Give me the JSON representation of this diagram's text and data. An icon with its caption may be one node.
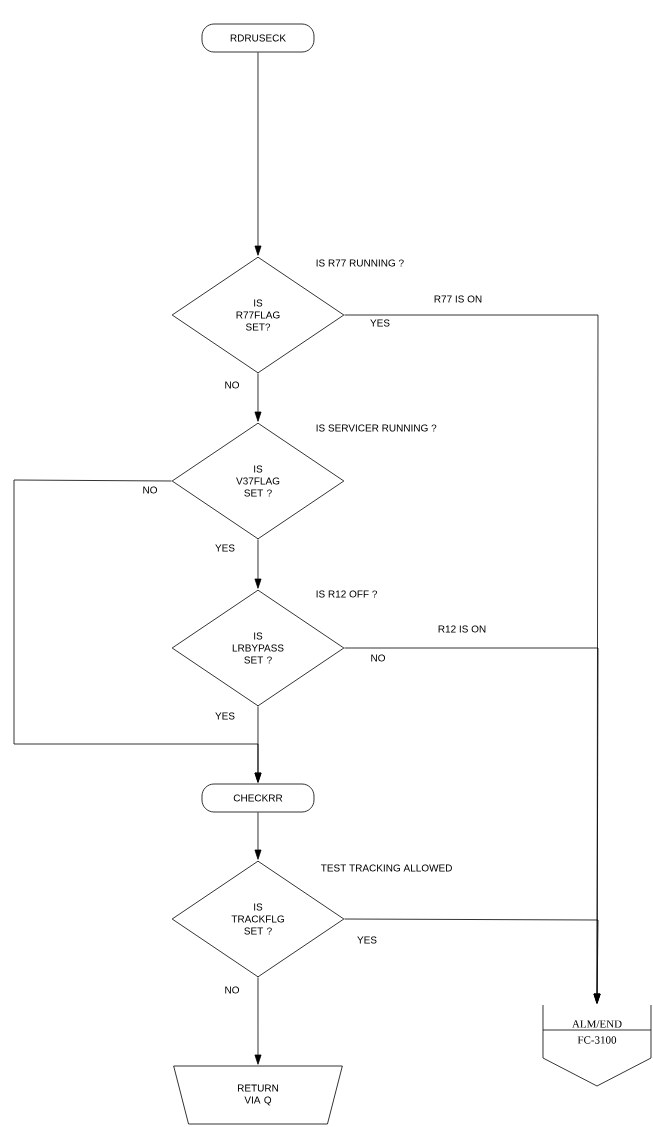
{
  "diagram": {
    "nodes": [
      {
        "text": [
          "RDRUSECK"
        ]
      },
      {
        "text": [
          "IS R77FLAG SET?"
        ],
        "beside": [
          "IS R77 RUNNING ?"
        ]
      },
      {
        "text": [
          "IS V37FLAG SET ?"
        ],
        "beside": [
          "IS SERVICER RUNNING ?"
        ]
      },
      {
        "text": [
          "IS LRBYPASS SET ?"
        ],
        "beside": [
          "IS R12 OFF ?"
        ]
      },
      {
        "text": [
          "CHECKRR"
        ]
      },
      {
        "text": [
          "IS TRACKFLG SET ?"
        ],
        "beside": [
          "TEST TRACKING ALLOWED"
        ]
      },
      {
        "text": [
          "RETURN VIA Q"
        ]
      },
      {
        "text": [
          "ALM/END",
          "FC-3100"
        ]
      }
    ],
    "edges": [
      {
        "from": 0,
        "to": 1,
        "arrow": "to"
      },
      {
        "from": 1,
        "to": 2,
        "arrow": "to",
        "label": "NO"
      },
      {
        "from": 2,
        "to": 4,
        "arrow": "to",
        "label": "NO"
      },
      {
        "from": 2,
        "to": 3,
        "arrow": "to",
        "label": "YES"
      },
      {
        "from": 3,
        "to": 4,
        "arrow": "to",
        "label": "YES"
      },
      {
        "from": 4,
        "to": 5,
        "arrow": "to"
      },
      {
        "from": 5,
        "to": 6,
        "arrow": "to",
        "label": "NO"
      },
      {
        "from": 1,
        "to": 7,
        "arrow": "to",
        "label": "YES"
      },
      {
        "from": 3,
        "to": 7,
        "arrow": "to",
        "label": "NO"
      },
      {
        "from": 5,
        "to": 7,
        "arrow": "to",
        "label": "YES"
      }
    ],
    "labels": [
      "R77 IS ON",
      "R12 IS ON"
    ]
  }
}
